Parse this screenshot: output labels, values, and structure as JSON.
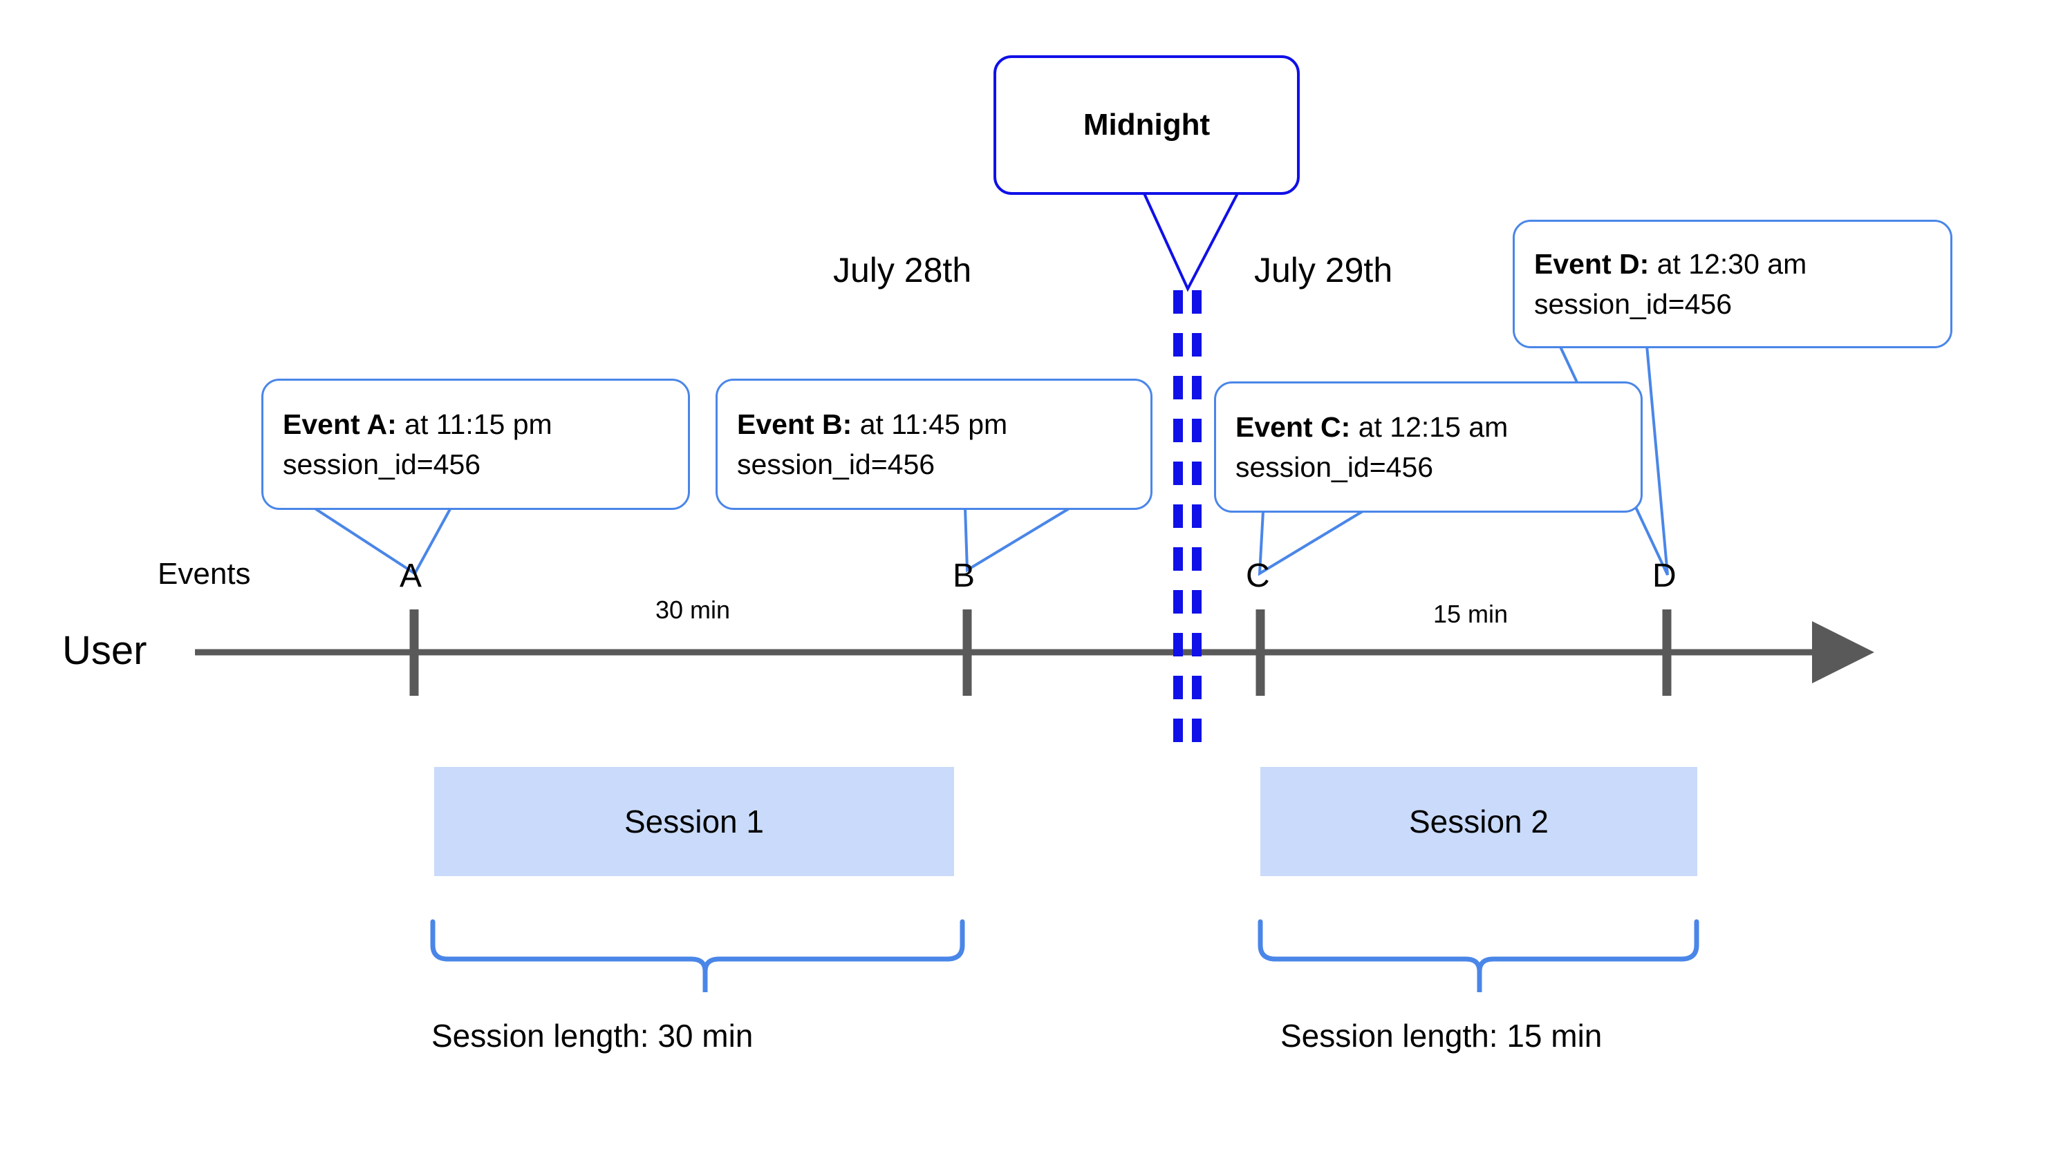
{
  "diagram": {
    "title": "User session timeline across midnight",
    "colors": {
      "callout_border": "#4a86e8",
      "midnight_border": "#1010e8",
      "midnight_dash": "#1010e8",
      "axis": "#595959",
      "session_fill": "#c9dafa",
      "brace": "#4a86e8",
      "text": "#000000"
    }
  },
  "rows": {
    "user_label": "User",
    "events_label": "Events"
  },
  "dates": {
    "left": "July 28th",
    "right": "July 29th"
  },
  "midnight": {
    "label": "Midnight"
  },
  "events": [
    {
      "tick": "A",
      "title": "Event A:",
      "time": " at 11:15 pm",
      "session": "session_id=456"
    },
    {
      "tick": "B",
      "title": "Event B:",
      "time": " at 11:45 pm",
      "session": "session_id=456"
    },
    {
      "tick": "C",
      "title": "Event C:",
      "time": " at 12:15 am",
      "session": "session_id=456"
    },
    {
      "tick": "D",
      "title": "Event D:",
      "time": " at 12:30 am",
      "session": "session_id=456"
    }
  ],
  "durations": [
    {
      "label": "30 min"
    },
    {
      "label": "15 min"
    }
  ],
  "sessions": [
    {
      "name": "Session 1",
      "length_label": "Session length: 30 min"
    },
    {
      "name": "Session 2",
      "length_label": "Session length: 15 min"
    }
  ]
}
